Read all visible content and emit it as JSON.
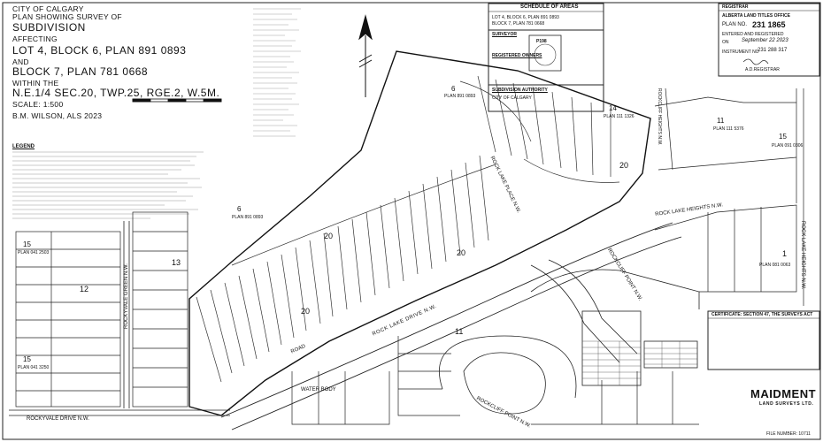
{
  "title_block": {
    "line1": "CITY OF CALGARY",
    "line2": "PLAN SHOWING SURVEY OF",
    "line3": "SUBDIVISION",
    "line4": "AFFECTING",
    "line5": "LOT 4, BLOCK 6, PLAN 891 0893",
    "line6": "AND",
    "line7": "BLOCK 7, PLAN 781 0668",
    "line8": "WITHIN THE",
    "line9": "N.E.1/4 SEC.20, TWP.25, RGE.2, W.5M.",
    "line10": "SCALE:   1:500",
    "line11": "B.M. WILSON, ALS 2023"
  },
  "legend": {
    "title": "LEGEND"
  },
  "schedule": {
    "title": "SCHEDULE OF AREAS",
    "row1": "LOT 4, BLOCK 6, PLAN 891 0893",
    "row2": "BLOCK 7, PLAN 781 0668"
  },
  "surveyor": {
    "title": "SURVEYOR",
    "owners": "REGISTERED OWNERS",
    "authority": "SUBDIVISION AUTHORITY",
    "city": "CITY OF CALGARY"
  },
  "registrar": {
    "title": "REGISTRAR",
    "office": "ALBERTA LAND TITLES OFFICE",
    "plan_label": "PLAN NO.",
    "plan_no": "231 1865",
    "entered": "ENTERED AND REGISTERED",
    "on_label": "ON",
    "date": "September 22 2023",
    "instrument_label": "INSTRUMENT NO",
    "instrument_no": "231 288 317",
    "ar": "A.D.REGISTRAR"
  },
  "stamp": {
    "code": "P198"
  },
  "certificate": {
    "title": "CERTIFICATE: SECTION 47, THE SURVEYS ACT"
  },
  "labels": {
    "rock_lake_drive": "ROCK LAKE DRIVE N.W.",
    "rock_lake_place": "ROCK LAKE PLACE N.W.",
    "rock_lake_heights": "ROCK LAKE HEIGHTS N.W.",
    "rock_lake_heights2": "ROCK LAKE HEIGHTS N.W.",
    "rockcliff_point": "ROCKCLIFF POINT N.W.",
    "rockcliff_point2": "ROCKCLIFF POINT N.W.",
    "rockyvale_green": "ROCKYVALE GREEN N.W.",
    "rockyvale_drive": "ROCKYVALE DRIVE N.W.",
    "rockcliff_heights": "ROCKCLIFF HEIGHTS N.W.",
    "water_body": "WATER BODY",
    "road": "ROAD"
  },
  "parcels": [
    {
      "num": "6",
      "sub": "PLAN 891 0893"
    },
    {
      "num": "14",
      "sub": "PLAN 111 1326"
    },
    {
      "num": "11",
      "sub": "PLAN 111 5376"
    },
    {
      "num": "15",
      "sub": "PLAN 091 0306"
    },
    {
      "num": "15",
      "sub": "PLAN 041 2503"
    },
    {
      "num": "12",
      "sub": ""
    },
    {
      "num": "15",
      "sub": "PLAN 041 3250"
    },
    {
      "num": "13",
      "sub": ""
    },
    {
      "num": "20",
      "sub": ""
    },
    {
      "num": "20",
      "sub": ""
    },
    {
      "num": "20",
      "sub": ""
    },
    {
      "num": "20",
      "sub": ""
    },
    {
      "num": "11",
      "sub": ""
    },
    {
      "num": "1",
      "sub": "PLAN 081 0063"
    },
    {
      "num": "6",
      "sub": "PLAN 891 0893"
    }
  ],
  "firm": {
    "name": "MAIDMENT",
    "sub": "LAND SURVEYS LTD.",
    "file": "FILE NUMBER: 10711"
  },
  "colors": {
    "ink": "#111111",
    "line": "#222222",
    "light": "#888888"
  }
}
